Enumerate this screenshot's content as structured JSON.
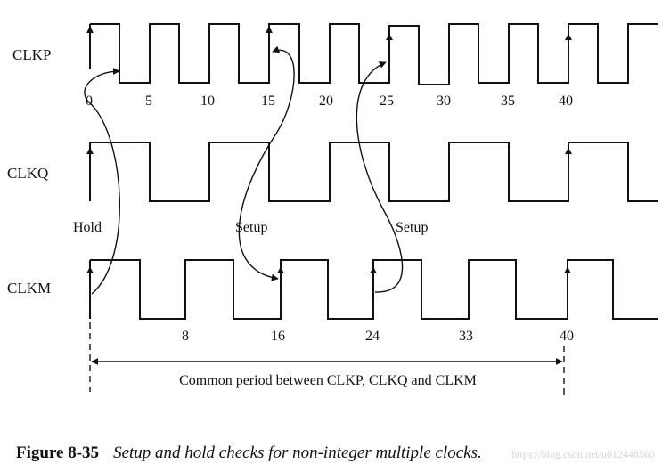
{
  "signals": [
    {
      "name": "CLKP",
      "ticks": [
        "0",
        "5",
        "10",
        "15",
        "20",
        "25",
        "30",
        "35",
        "40"
      ]
    },
    {
      "name": "CLKQ",
      "ticks": []
    },
    {
      "name": "CLKM",
      "ticks": [
        "8",
        "16",
        "24",
        "33",
        "40"
      ]
    }
  ],
  "labels": {
    "hold": "Hold",
    "setup_1": "Setup",
    "setup_2": "Setup"
  },
  "period_text": "Common period between CLKP, CLKQ and CLKM",
  "caption": {
    "number": "Figure 8-35",
    "text": "Setup and hold checks for non-integer multiple clocks."
  },
  "watermark": "https://blog.csdn.net/u012448560",
  "colors": {
    "line": "#111111",
    "watermark": "#d4d4d4"
  }
}
